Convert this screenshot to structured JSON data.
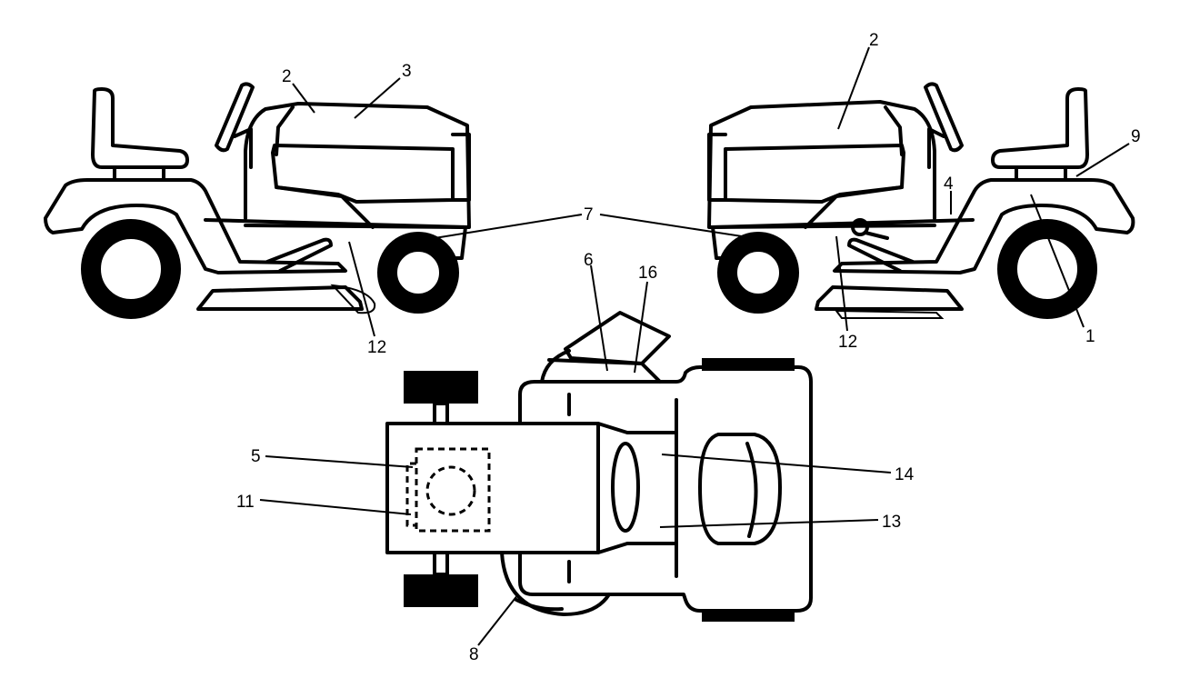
{
  "callouts": {
    "left_view": {
      "hood_2": "2",
      "hood_3": "3",
      "side_12": "12"
    },
    "right_view": {
      "hood_2": "2",
      "seat_9": "9",
      "fender_4": "4",
      "wheel_1": "1",
      "side_12": "12"
    },
    "center": {
      "label_7": "7"
    },
    "top_view": {
      "label_6": "6",
      "label_16": "16",
      "label_5": "5",
      "label_11": "11",
      "label_14": "14",
      "label_13": "13",
      "label_8": "8"
    }
  }
}
